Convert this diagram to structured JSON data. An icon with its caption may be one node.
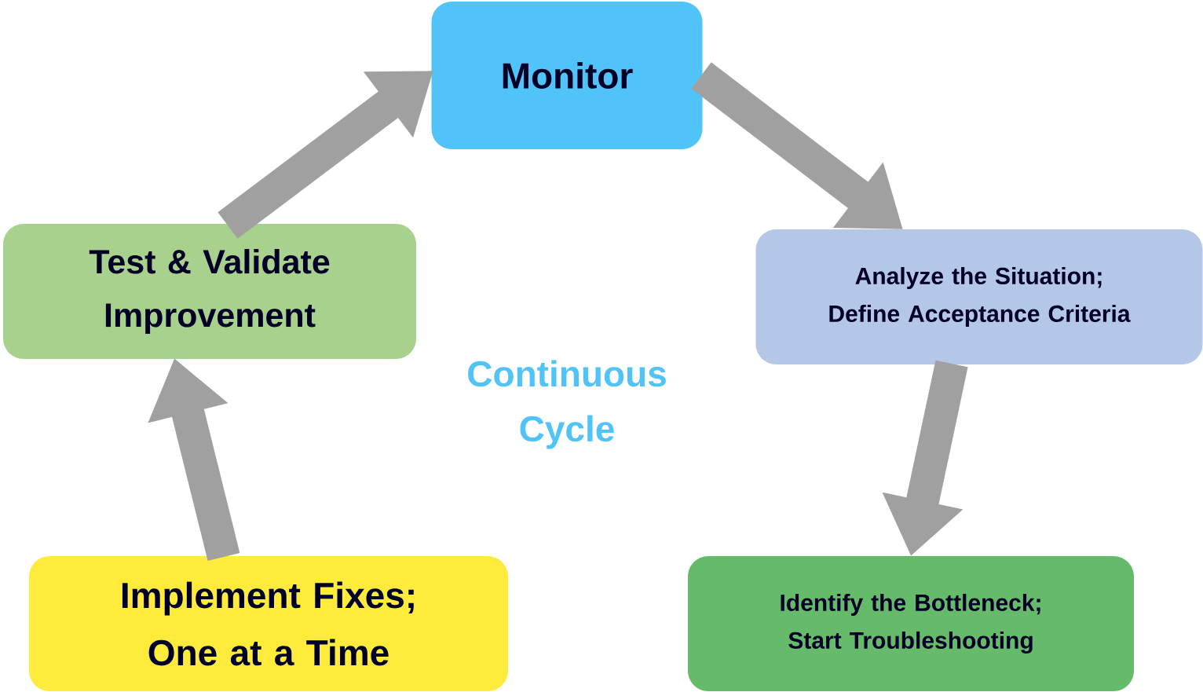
{
  "diagram": {
    "nodes": [
      {
        "text": [
          "Monitor"
        ]
      },
      {
        "text": [
          "Analyze the Situation; Define Acceptance Criteria"
        ]
      },
      {
        "text": [
          "Identify the Bottleneck; Start Troubleshooting"
        ]
      },
      {
        "text": [
          "Implement Fixes; One at a Time"
        ]
      },
      {
        "text": [
          "Test & Validate Improvement"
        ]
      }
    ],
    "edges": [
      {
        "from": 0,
        "to": 1,
        "arrow": "to"
      },
      {
        "from": 1,
        "to": 2,
        "arrow": "to"
      },
      {
        "from": 3,
        "to": 4,
        "arrow": "to"
      },
      {
        "from": 4,
        "to": 0,
        "arrow": "to"
      }
    ],
    "labels": [
      "Continuous Cycle"
    ]
  }
}
